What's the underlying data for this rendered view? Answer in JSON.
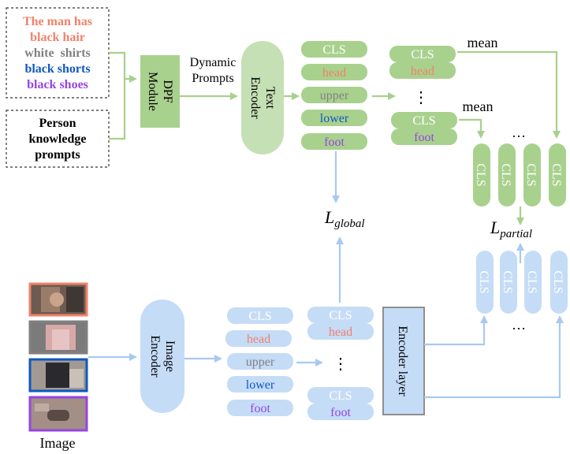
{
  "colors": {
    "salmon": "#f0826a",
    "gray": "#808080",
    "blue": "#1058c0",
    "purple": "#9645e0",
    "green_fill": "#a9d18e",
    "green_light": "#c5e0b4",
    "blue_fill": "#c5dcf7",
    "green_line": "#a8d08d",
    "blue_line": "#a9c9ef",
    "encoder_gray": "#8e8e8e"
  },
  "prompt_box": {
    "lines": [
      "The man has",
      "black hair",
      "white  shirts",
      "black shorts",
      "black shoes"
    ]
  },
  "knowledge_box": {
    "lines": [
      "Person",
      "knowledge",
      "prompts"
    ]
  },
  "dpf_module": {
    "label": "DPF\nModule",
    "line1": "DPF",
    "line2": "Module"
  },
  "dynamic_prompts": {
    "line1": "Dynamic",
    "line2": "Prompts"
  },
  "text_encoder": {
    "line1": "Text",
    "line2": "Encoder"
  },
  "image_encoder": {
    "line1": "Image",
    "line2": "Encoder"
  },
  "encoder_layer": {
    "label": "Encoder layer"
  },
  "tokens": {
    "cls": "CLS",
    "head": "head",
    "upper": "upper",
    "lower": "lower",
    "foot": "foot"
  },
  "labels": {
    "mean": "mean",
    "ellipsis_v": "⋮",
    "ellipsis_h": "…",
    "image": "Image",
    "l_global_main": "L",
    "l_global_sub": "global",
    "l_partial_main": "L",
    "l_partial_sub": "partial"
  }
}
